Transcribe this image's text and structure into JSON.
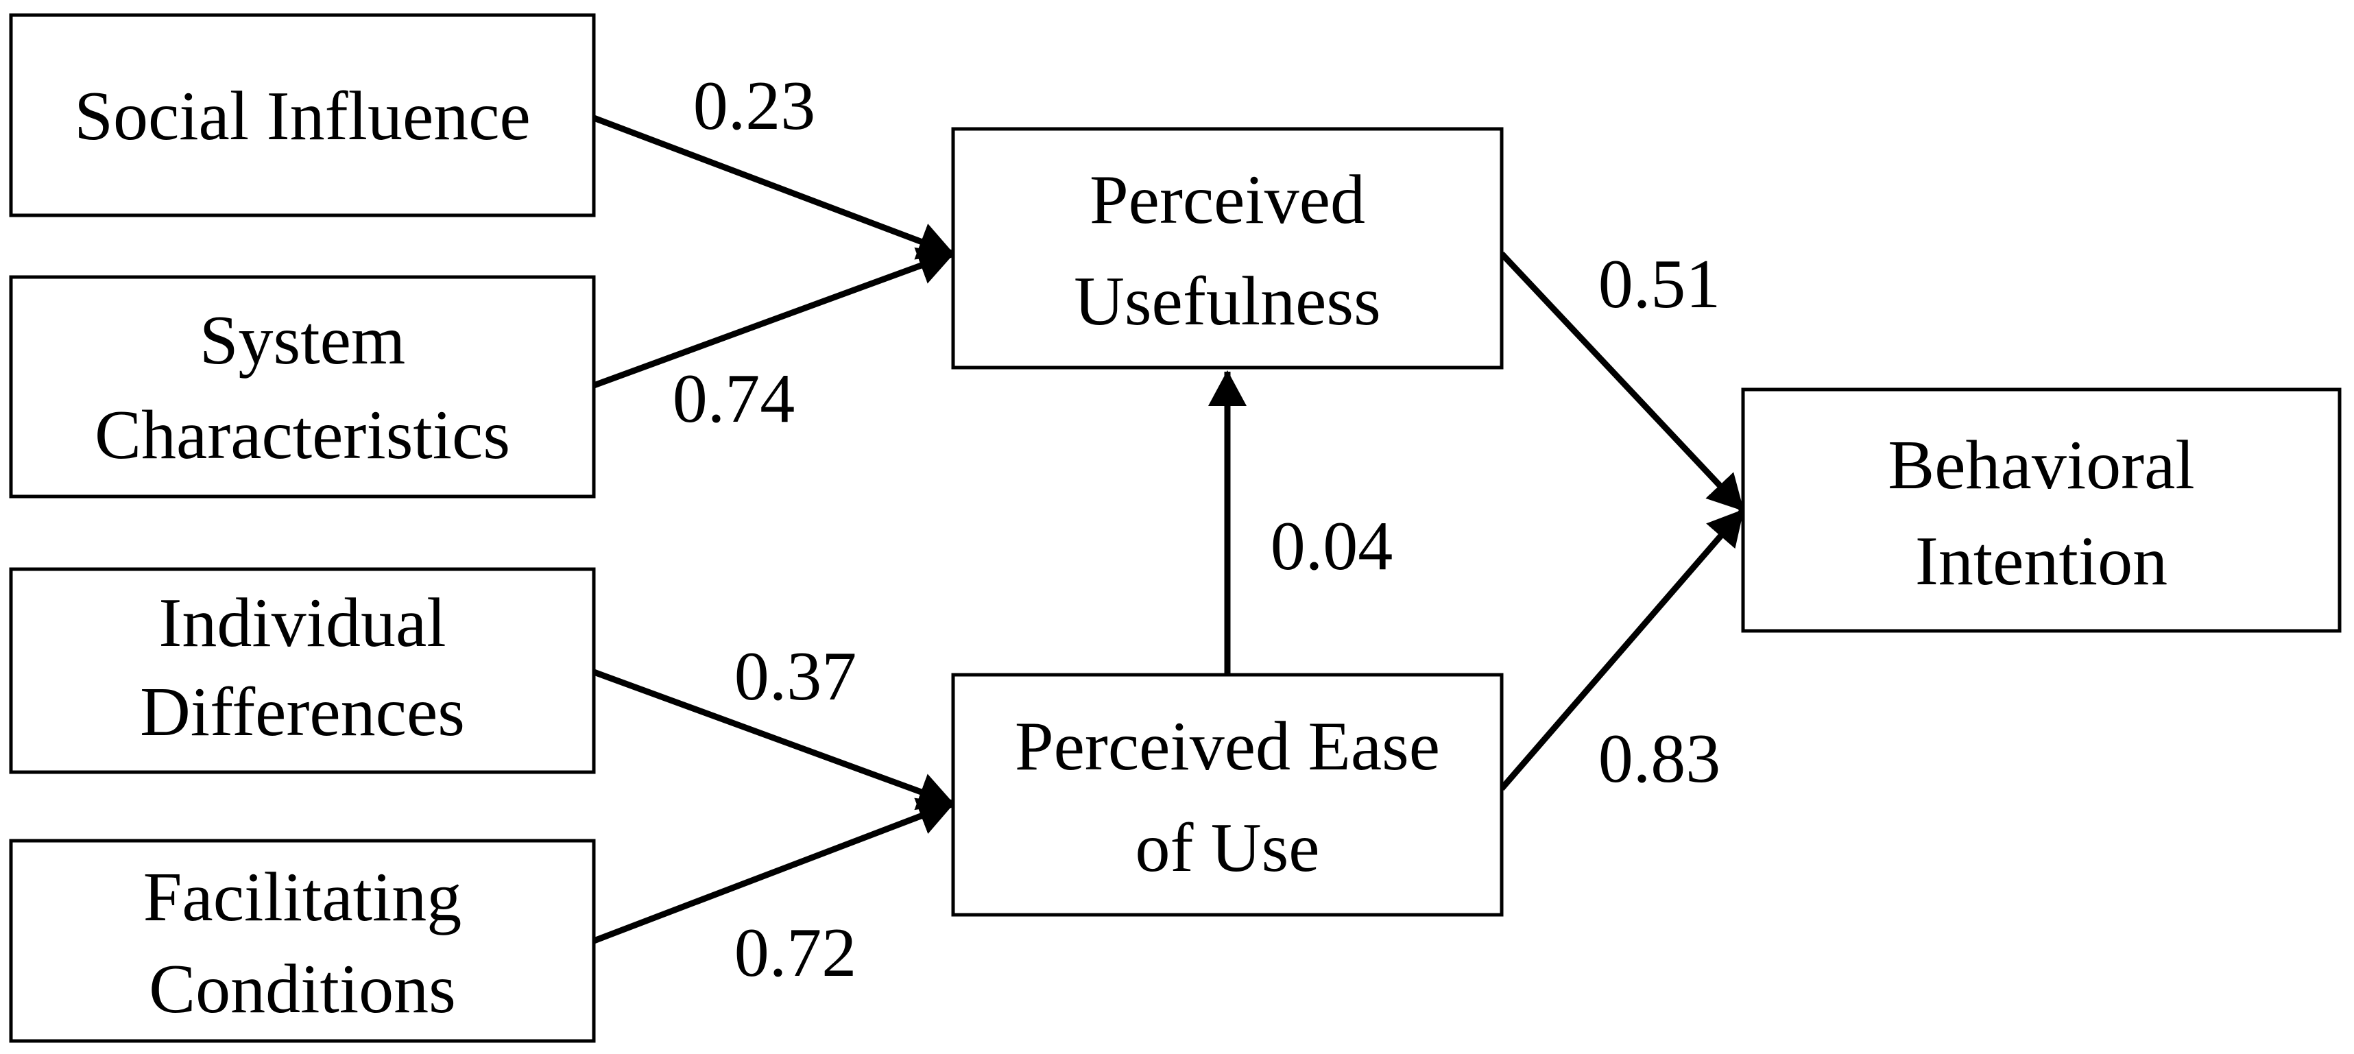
{
  "diagram": {
    "nodes": {
      "social_influence": {
        "lines": [
          "Social Influence"
        ]
      },
      "system_characteristics": {
        "lines": [
          "System",
          "Characteristics"
        ]
      },
      "individual_differences": {
        "lines": [
          "Individual",
          "Differences"
        ]
      },
      "facilitating_conditions": {
        "lines": [
          "Facilitating",
          "Conditions"
        ]
      },
      "perceived_usefulness": {
        "lines": [
          "Perceived",
          "Usefulness"
        ]
      },
      "perceived_ease_of_use": {
        "lines": [
          "Perceived Ease",
          "of Use"
        ]
      },
      "behavioral_intention": {
        "lines": [
          "Behavioral",
          "Intention"
        ]
      }
    },
    "edges": {
      "si_to_pu": {
        "from": "Social Influence",
        "to": "Perceived Usefulness",
        "weight": "0.23"
      },
      "sc_to_pu": {
        "from": "System Characteristics",
        "to": "Perceived Usefulness",
        "weight": "0.74"
      },
      "id_to_peou": {
        "from": "Individual Differences",
        "to": "Perceived Ease of Use",
        "weight": "0.37"
      },
      "fc_to_peou": {
        "from": "Facilitating Conditions",
        "to": "Perceived Ease of Use",
        "weight": "0.72"
      },
      "peou_to_pu": {
        "from": "Perceived Ease of Use",
        "to": "Perceived Usefulness",
        "weight": "0.04"
      },
      "pu_to_bi": {
        "from": "Perceived Usefulness",
        "to": "Behavioral Intention",
        "weight": "0.51"
      },
      "peou_to_bi": {
        "from": "Perceived Ease of Use",
        "to": "Behavioral Intention",
        "weight": "0.83"
      }
    }
  }
}
